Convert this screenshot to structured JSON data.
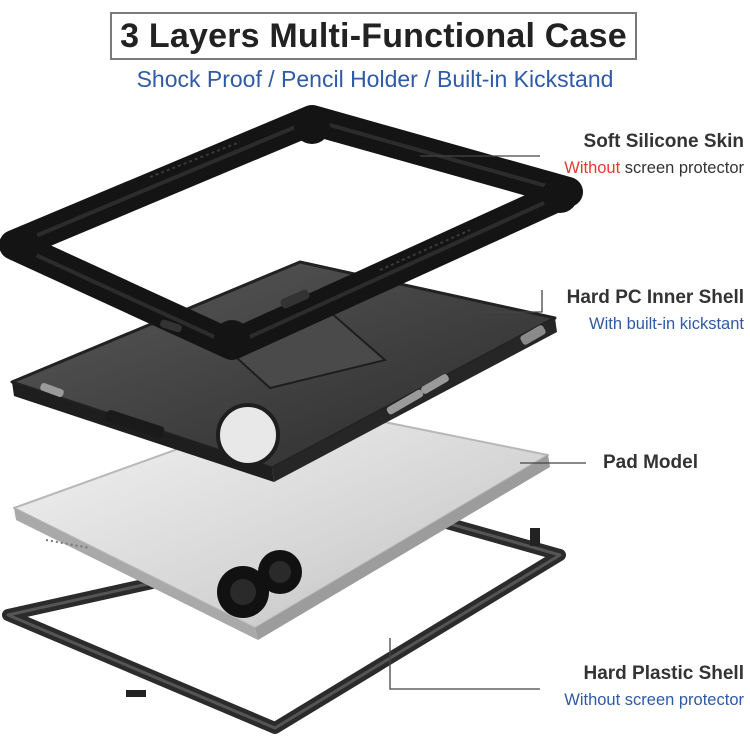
{
  "header": {
    "title": "3 Layers Multi-Functional Case",
    "subtitle": "Shock Proof / Pencil Holder / Built-in Kickstand"
  },
  "layers": [
    {
      "name": "Soft Silicone Skin",
      "desc_highlight": "Without",
      "desc_rest": " screen protector"
    },
    {
      "name": "Hard PC Inner Shell",
      "desc": "With built-in kickstant"
    },
    {
      "name": "Pad Model"
    },
    {
      "name": "Hard Plastic Shell",
      "desc": "Without screen protector"
    }
  ],
  "colors": {
    "title_border": "#7a7a7a",
    "subtitle_blue": "#2f5aa6",
    "highlight_red": "#e23b32",
    "silicone": "#161616",
    "pc_shell": "#3a3a3a",
    "tablet": "#dcdcdc"
  }
}
